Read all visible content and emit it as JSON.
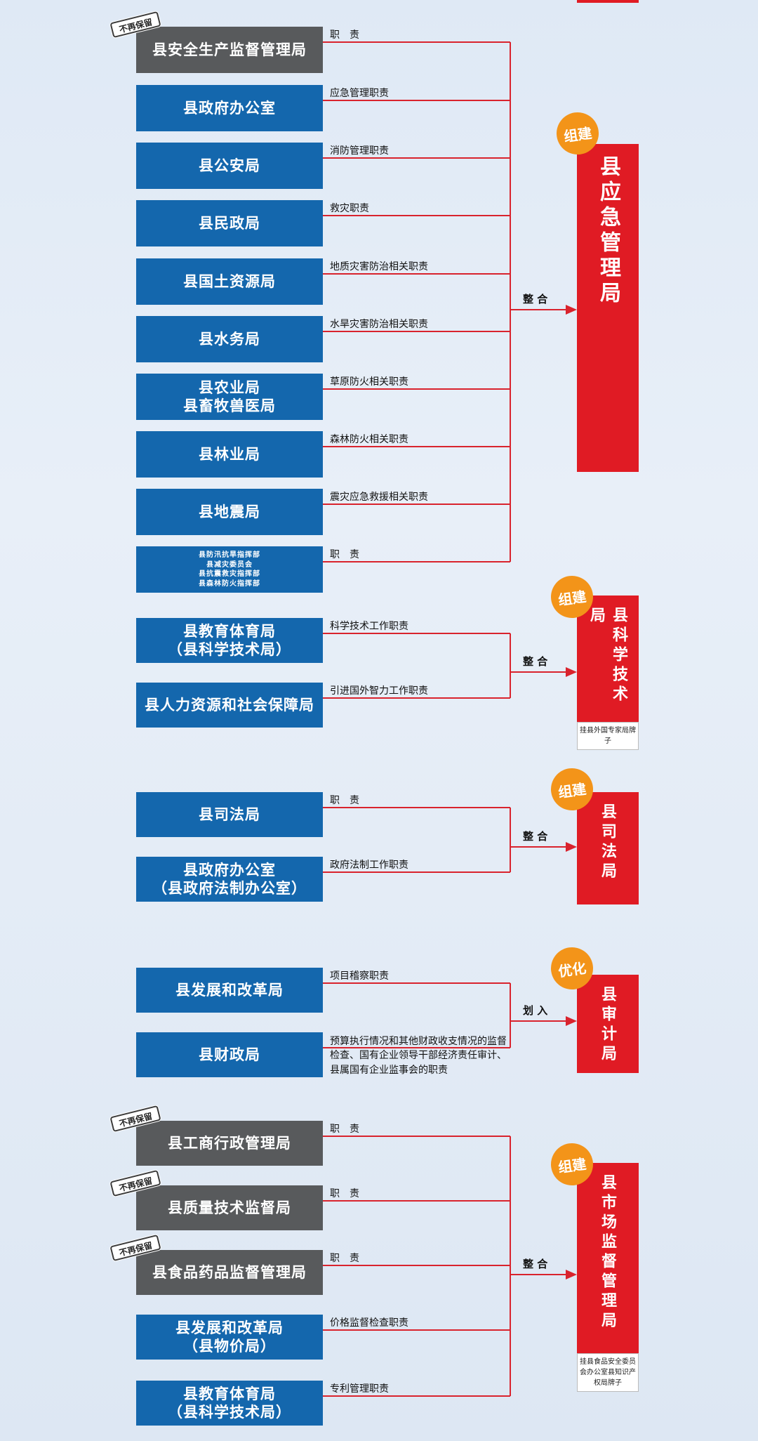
{
  "groups": [
    {
      "rows": [
        {
          "name": [
            "县安全生产监督管理局"
          ],
          "duty": "职　责",
          "style": "gray",
          "stamp": "不再保留"
        },
        {
          "name": [
            "县政府办公室"
          ],
          "duty": "应急管理职责",
          "style": "blue"
        },
        {
          "name": [
            "县公安局"
          ],
          "duty": "消防管理职责",
          "style": "blue"
        },
        {
          "name": [
            "县民政局"
          ],
          "duty": "救灾职责",
          "style": "blue"
        },
        {
          "name": [
            "县国土资源局"
          ],
          "duty": "地质灾害防治相关职责",
          "style": "blue"
        },
        {
          "name": [
            "县水务局"
          ],
          "duty": "水旱灾害防治相关职责",
          "style": "blue"
        },
        {
          "name": [
            "县农业局",
            "县畜牧兽医局"
          ],
          "duty": "草原防火相关职责",
          "style": "blue"
        },
        {
          "name": [
            "县林业局"
          ],
          "duty": "森林防火相关职责",
          "style": "blue"
        },
        {
          "name": [
            "县地震局"
          ],
          "duty": "震灾应急救援相关职责",
          "style": "blue"
        },
        {
          "name": [
            "县防汛抗旱指挥部",
            "县减灾委员会",
            "县抗震救灾指挥部",
            "县森林防火指挥部"
          ],
          "duty": "职　责",
          "style": "blue",
          "small": true
        }
      ],
      "action": "整 合",
      "badge": "组建",
      "target": "县应急管理局",
      "target_note": ""
    },
    {
      "rows": [
        {
          "name": [
            "县教育体育局",
            "（县科学技术局）"
          ],
          "duty": "科学技术工作职责",
          "style": "blue"
        },
        {
          "name": [
            "县人力资源和社会保障局"
          ],
          "duty": "引进国外智力工作职责",
          "style": "blue"
        }
      ],
      "action": "整 合",
      "badge": "组建",
      "target": "县科学技术局",
      "target_note": "挂县外国专家局牌子"
    },
    {
      "rows": [
        {
          "name": [
            "县司法局"
          ],
          "duty": "职　责",
          "style": "blue"
        },
        {
          "name": [
            "县政府办公室",
            "（县政府法制办公室）"
          ],
          "duty": "政府法制工作职责",
          "style": "blue"
        }
      ],
      "action": "整 合",
      "badge": "组建",
      "target": "县司法局",
      "target_note": ""
    },
    {
      "rows": [
        {
          "name": [
            "县发展和改革局"
          ],
          "duty": "项目稽察职责",
          "style": "blue"
        },
        {
          "name": [
            "县财政局"
          ],
          "duty": "预算执行情况和其他财政收支情况的监督检查、国有企业领导干部经济责任审计、县属国有企业监事会的职责",
          "style": "blue"
        }
      ],
      "action": "划 入",
      "badge": "优化",
      "target": "县审计局",
      "target_note": ""
    },
    {
      "rows": [
        {
          "name": [
            "县工商行政管理局"
          ],
          "duty": "职　责",
          "style": "gray",
          "stamp": "不再保留"
        },
        {
          "name": [
            "县质量技术监督局"
          ],
          "duty": "职　责",
          "style": "gray",
          "stamp": "不再保留"
        },
        {
          "name": [
            "县食品药品监督管理局"
          ],
          "duty": "职　责",
          "style": "gray",
          "stamp": "不再保留"
        },
        {
          "name": [
            "县发展和改革局",
            "（县物价局）"
          ],
          "duty": "价格监督检查职责",
          "style": "blue"
        },
        {
          "name": [
            "县教育体育局",
            "（县科学技术局）"
          ],
          "duty": "专利管理职责",
          "style": "blue"
        }
      ],
      "action": "整 合",
      "badge": "组建",
      "target": "县市场监督管理局",
      "target_note": "挂县食品安全委员会办公室县知识产权局牌子"
    }
  ],
  "colors": {
    "blue": "#1467ad",
    "gray": "#585a5c",
    "red": "#e01b24",
    "line": "#d9232d",
    "badge": "#f39419"
  }
}
